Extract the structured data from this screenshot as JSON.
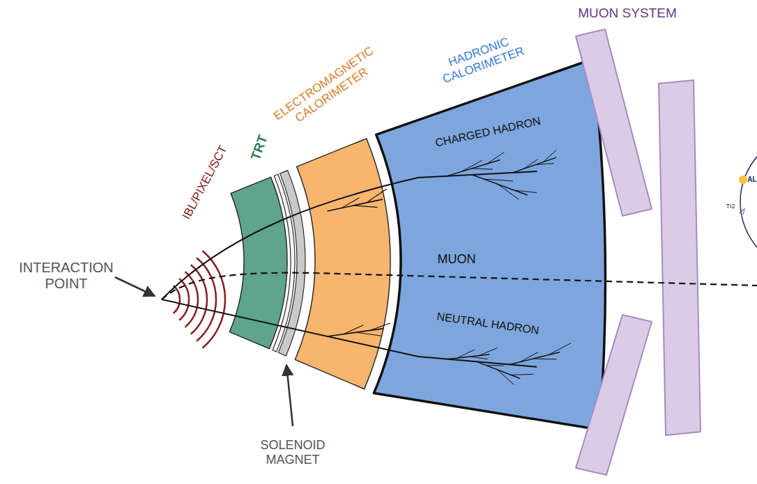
{
  "diagram": {
    "labels": [
      "INTERACTION POINT",
      "IBL/PIXEL/SCT",
      "TRT",
      "ELECTROMAGNETIC CALORIMETER",
      "HADRONIC CALORIMETER",
      "MUON SYSTEM",
      "CHARGED HADRON",
      "MUON",
      "NEUTRAL HADRON",
      "SOLENOID MAGNET",
      "AL",
      "TI2"
    ]
  }
}
